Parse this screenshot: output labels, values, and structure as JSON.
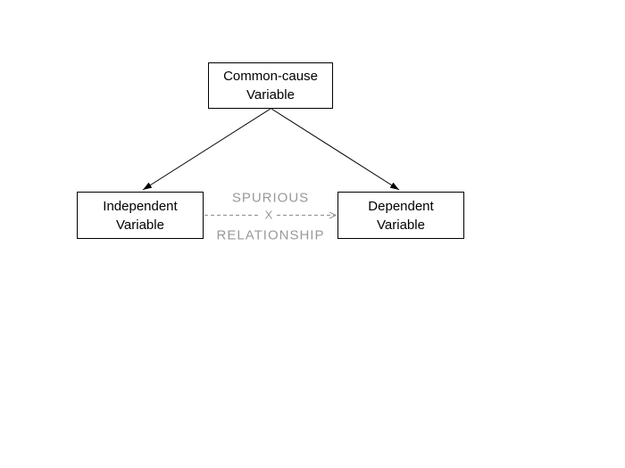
{
  "nodes": {
    "common_cause": {
      "line1": "Common-cause",
      "line2": "Variable"
    },
    "independent": {
      "line1": "Independent",
      "line2": "Variable"
    },
    "dependent": {
      "line1": "Dependent",
      "line2": "Variable"
    }
  },
  "edge_labels": {
    "top": "SPURIOUS",
    "mid": "X",
    "bottom": "RELATIONSHIP"
  },
  "colors": {
    "background": "#ffffff",
    "node_border": "#000000",
    "node_text": "#000000",
    "arrow": "#000000",
    "spurious_gray": "#999999"
  }
}
